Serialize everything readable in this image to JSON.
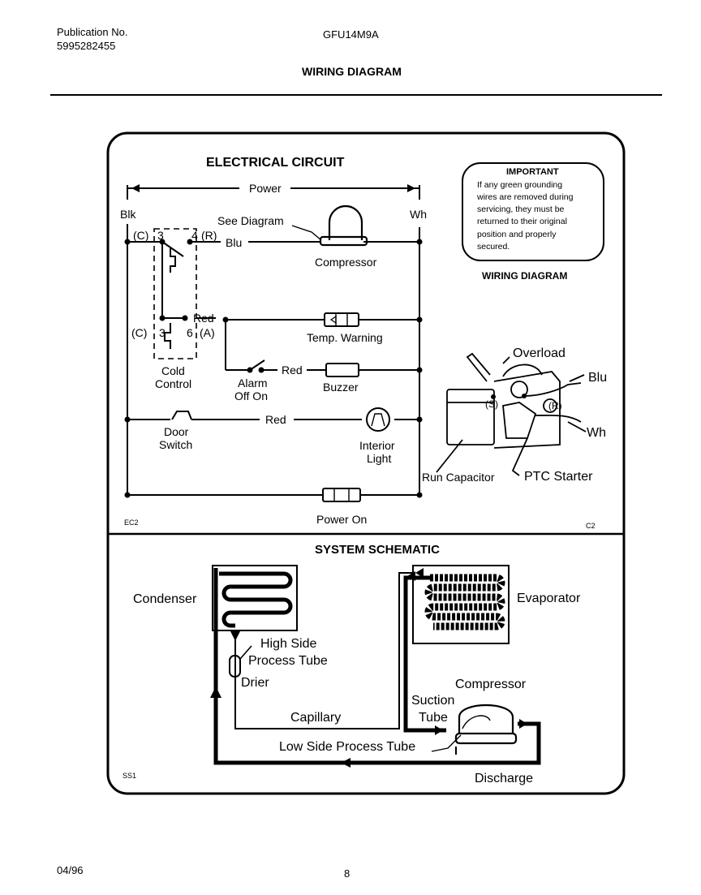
{
  "header": {
    "publication_label": "Publication No.",
    "publication_number": "5995282455",
    "model": "GFU14M9A",
    "title": "WIRING DIAGRAM"
  },
  "electrical": {
    "title": "ELECTRICAL CIRCUIT",
    "power": "Power",
    "blk": "Blk",
    "wh": "Wh",
    "see_diagram": "See Diagram",
    "blu": "Blu",
    "compressor": "Compressor",
    "c_top": "(C)",
    "n3_top": "3",
    "n4": "4",
    "r_top": "(R)",
    "red1": "Red",
    "c_bot": "(C)",
    "n3_bot": "3",
    "n6": "6",
    "a": "(A)",
    "temp_warning": "Temp. Warning",
    "cold_line1": "Cold",
    "cold_line2": "Control",
    "red2": "Red",
    "alarm_line1": "Alarm",
    "alarm_line2": "Off On",
    "buzzer": "Buzzer",
    "door_line1": "Door",
    "door_line2": "Switch",
    "red3": "Red",
    "light_line1": "Interior",
    "light_line2": "Light",
    "power_on": "Power On",
    "ec2": "EC2",
    "c2": "C2"
  },
  "important": {
    "title": "IMPORTANT",
    "lines": [
      "If any green grounding",
      "wires are removed during",
      "servicing, they must be",
      "returned to their original",
      "position and properly",
      "secured."
    ]
  },
  "wiring": {
    "title": "WIRING DIAGRAM",
    "overload": "Overload",
    "blu": "Blu",
    "wh": "Wh",
    "s": "(S)",
    "r": "(R)",
    "run_capacitor": "Run Capacitor",
    "ptc_starter": "PTC Starter"
  },
  "schematic": {
    "title": "SYSTEM SCHEMATIC",
    "condenser": "Condenser",
    "evaporator": "Evaporator",
    "high_side_line1": "High Side",
    "high_side_line2": "Process Tube",
    "drier": "Drier",
    "capillary": "Capillary",
    "compressor": "Compressor",
    "suction_line1": "Suction",
    "suction_line2": "Tube",
    "low_side": "Low Side Process Tube",
    "discharge": "Discharge",
    "ss1": "SS1"
  },
  "footer": {
    "date": "04/96",
    "page": "8"
  }
}
